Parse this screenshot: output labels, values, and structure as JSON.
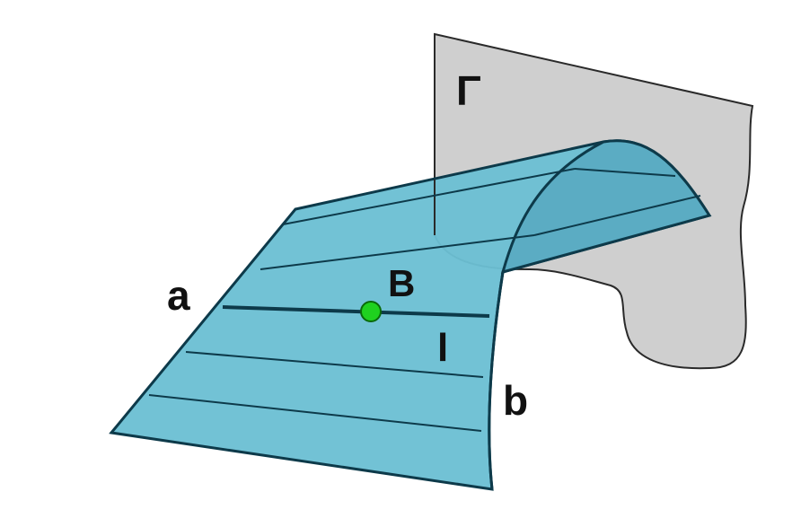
{
  "diagram": {
    "labels": {
      "plane": "Γ",
      "curve_a": "a",
      "curve_b": "b",
      "point": "B",
      "line": "l"
    },
    "colors": {
      "background": "#ffffff",
      "plane_fill": "#cfcfcf",
      "plane_stroke": "#2a2a2a",
      "surface_fill": "#6cbfd3",
      "surface_stroke": "#0d3a4a",
      "point_fill": "#1fd11f",
      "point_stroke": "#0a6a0a"
    }
  }
}
